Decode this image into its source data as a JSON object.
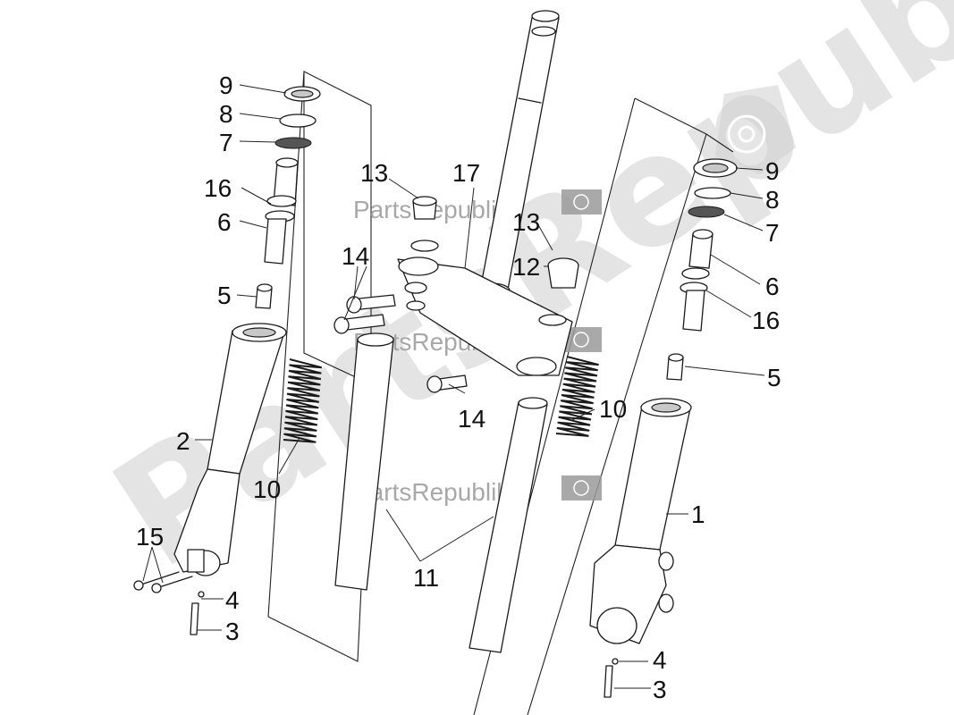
{
  "watermark": {
    "diagonal_text": "PartsRepublik",
    "strips": [
      "PartsRepublik",
      "PartsRepublik",
      "PartsRepublik"
    ],
    "gear_icon": "gear-icon"
  },
  "callouts": {
    "c9_left": "9",
    "c8_left": "8",
    "c7_left": "7",
    "c16_left": "16",
    "c6_left": "6",
    "c5_left": "5",
    "c2": "2",
    "c10_left": "10",
    "c15": "15",
    "c4_left": "4",
    "c3_left": "3",
    "c13_a": "13",
    "c17": "17",
    "c14_a": "14",
    "c13_b": "13",
    "c12": "12",
    "c14_b": "14",
    "c10_right": "10",
    "c11": "11",
    "c9_right": "9",
    "c8_right": "8",
    "c7_right": "7",
    "c6_right": "6",
    "c16_right": "16",
    "c5_right": "5",
    "c1": "1",
    "c4_right": "4",
    "c3_right": "3"
  }
}
